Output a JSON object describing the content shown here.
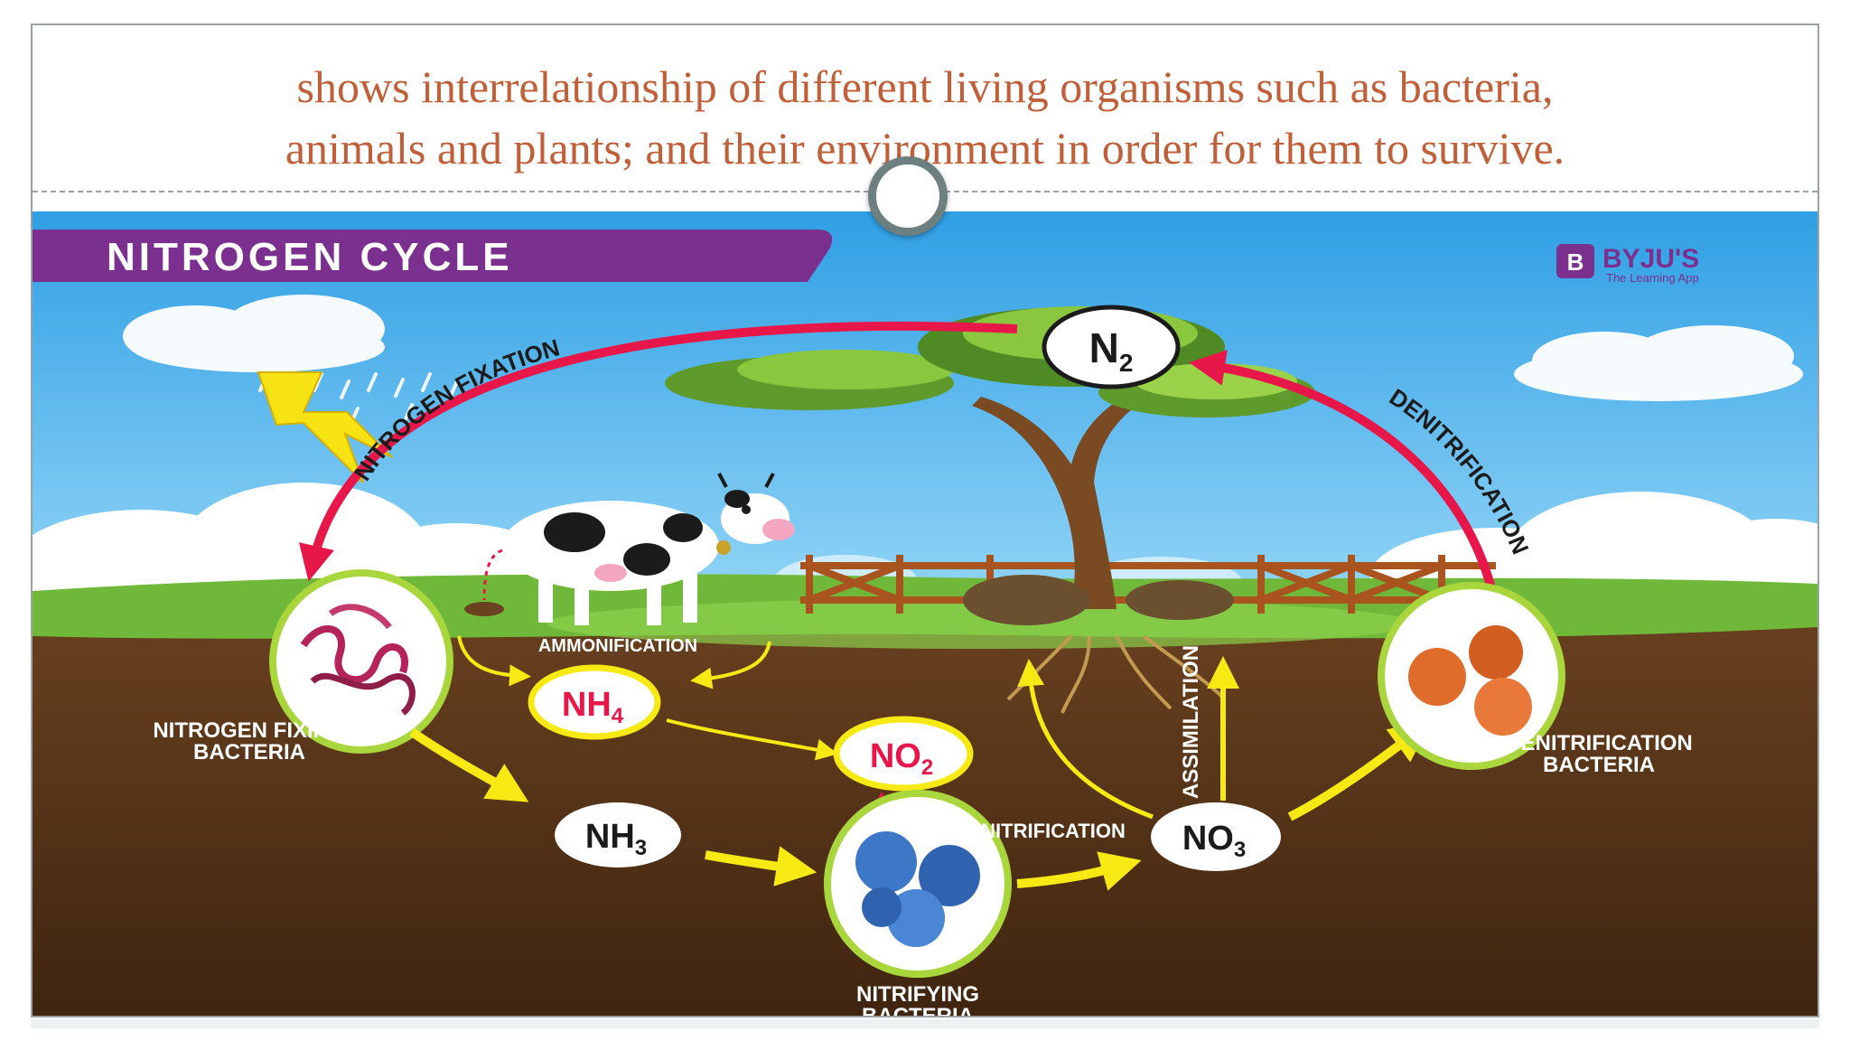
{
  "header": {
    "line1": "shows interrelationship of different living organisms such as bacteria,",
    "line2": "animals and plants; and their environment in order for them to survive."
  },
  "diagram": {
    "title": "NITROGEN CYCLE",
    "brand": {
      "name": "BYJU'S",
      "tagline": "The Learning App",
      "logo_letter": "B"
    },
    "nodes": {
      "n2": {
        "base": "N",
        "sub": "2"
      },
      "nh4": {
        "base": "NH",
        "sub": "4"
      },
      "no2": {
        "base": "NO",
        "sub": "2"
      },
      "nh3": {
        "base": "NH",
        "sub": "3"
      },
      "no3": {
        "base": "NO",
        "sub": "3"
      }
    },
    "labels": {
      "nitrogen_fixation": "NITROGEN FIXATION",
      "denitrification": "DENITRIFICATION",
      "ammonification": "AMMONIFICATION",
      "nitrification": "NITRIFICATION",
      "assimilation": "ASSIMILATION",
      "nitrogen_fixing_bacteria": [
        "NITROGEN FIXING",
        "BACTERIA"
      ],
      "denitrification_bacteria": [
        "DENITRIFICATION",
        "BACTERIA"
      ],
      "nitrifying_bacteria": [
        "NITRIFYING",
        "BACTERIA"
      ]
    },
    "colors": {
      "title_band": "#7b2f8e",
      "red_arrow": "#e8174a",
      "yellow_arrow": "#f7ea14",
      "sky": "#58b8ef",
      "grass": "#6fb83a",
      "soil": "#5a3618",
      "header_text": "#c0603a"
    }
  }
}
